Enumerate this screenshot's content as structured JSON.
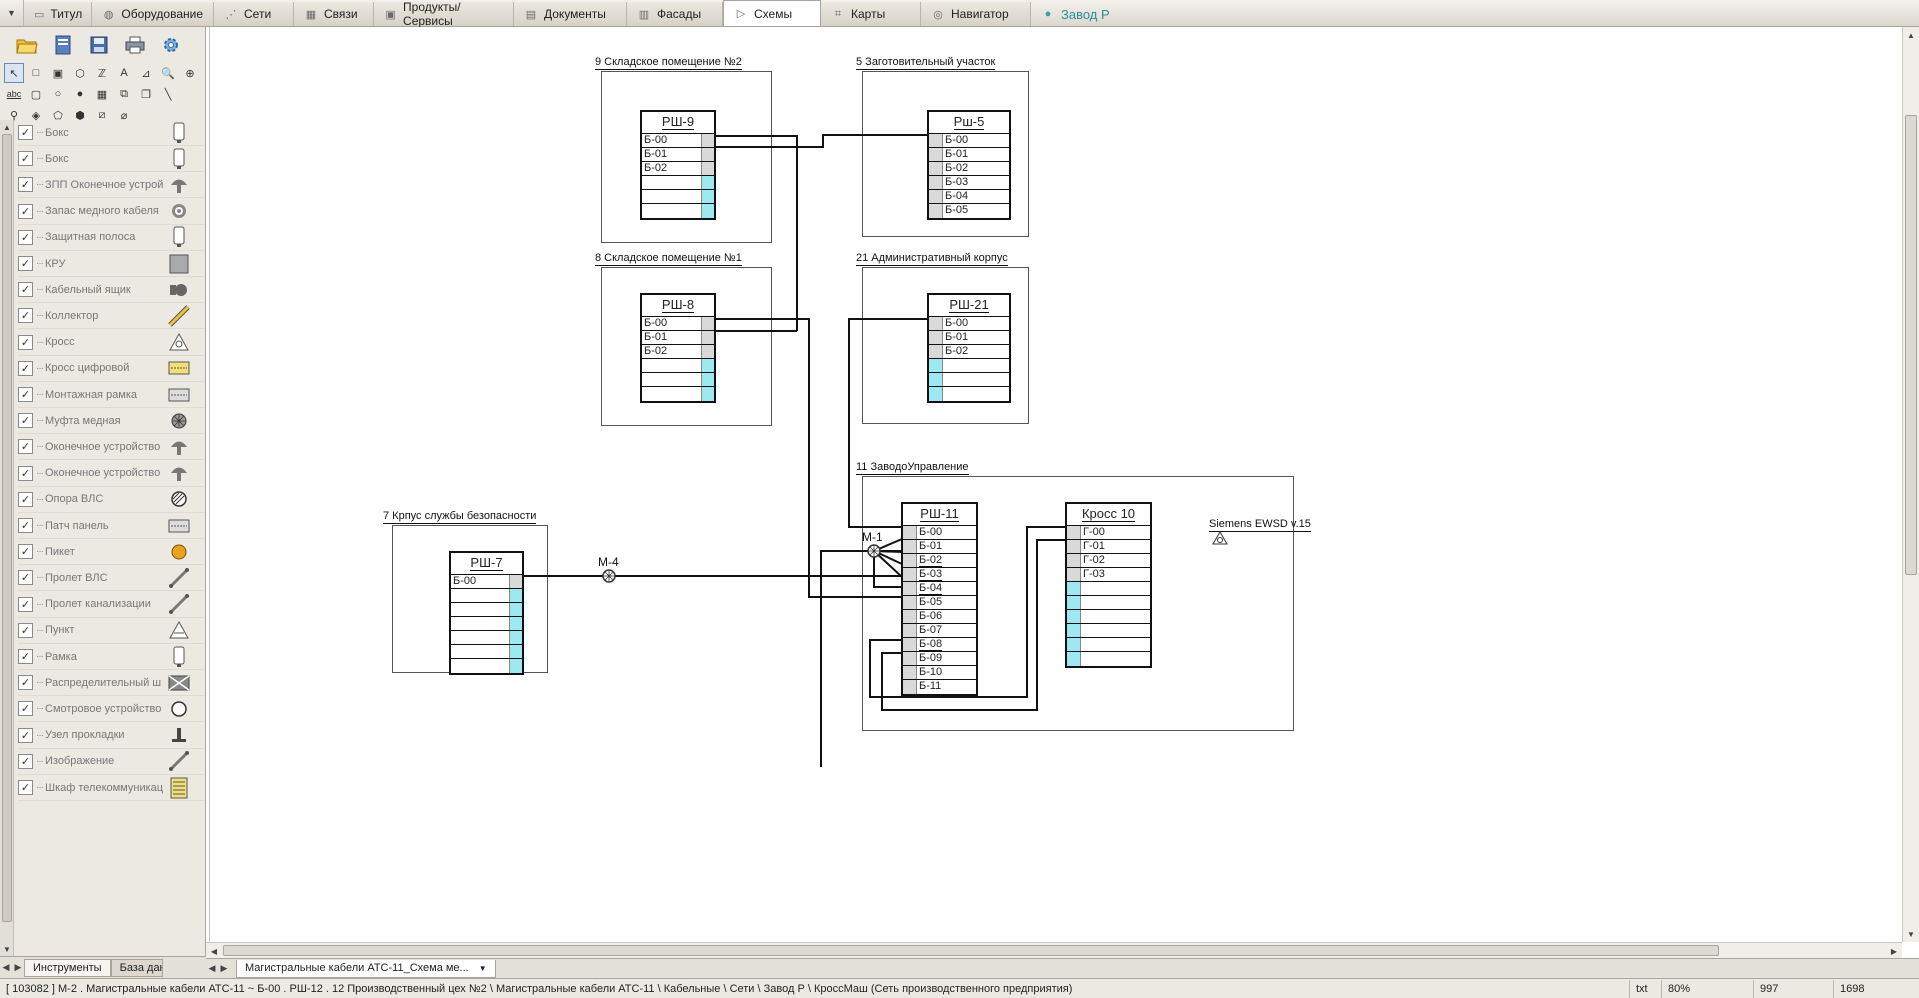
{
  "tabs": [
    {
      "label": "Титул",
      "icon": "title-page-icon",
      "glyph": "▭"
    },
    {
      "label": "Оборудование",
      "icon": "database-icon",
      "glyph": "◍"
    },
    {
      "label": "Сети",
      "icon": "network-icon",
      "glyph": "⋰"
    },
    {
      "label": "Связи",
      "icon": "links-icon",
      "glyph": "▦"
    },
    {
      "label": "Продукты/Сервисы",
      "icon": "products-icon",
      "glyph": "▣"
    },
    {
      "label": "Документы",
      "icon": "documents-icon",
      "glyph": "▤"
    },
    {
      "label": "Фасады",
      "icon": "facades-icon",
      "glyph": "▥"
    },
    {
      "label": "Схемы",
      "icon": "schemes-icon",
      "glyph": "▷",
      "active": true
    },
    {
      "label": "Карты",
      "icon": "maps-icon",
      "glyph": "⌗"
    },
    {
      "label": "Навигатор",
      "icon": "navigator-icon",
      "glyph": "◎"
    },
    {
      "label": "Завод Р",
      "icon": "plant-icon",
      "glyph": "●",
      "plant": true
    }
  ],
  "left_panel": {
    "layers": [
      {
        "label": "Бокс",
        "symbol": "box"
      },
      {
        "label": "Бокс",
        "symbol": "box"
      },
      {
        "label": "ЗПП Оконечное устрой",
        "symbol": "mushroom"
      },
      {
        "label": "Запас медного кабеля",
        "symbol": "coil"
      },
      {
        "label": "Защитная полоса",
        "symbol": "box"
      },
      {
        "label": "КРУ",
        "symbol": "square"
      },
      {
        "label": "Кабельный ящик",
        "symbol": "cablebox"
      },
      {
        "label": "Коллектор",
        "symbol": "collector"
      },
      {
        "label": "Кросс",
        "symbol": "cross"
      },
      {
        "label": "Кросс цифровой",
        "symbol": "digicross"
      },
      {
        "label": "Монтажная рамка",
        "symbol": "frame"
      },
      {
        "label": "Муфта медная",
        "symbol": "coupler"
      },
      {
        "label": "Оконечное устройство",
        "symbol": "mushroom"
      },
      {
        "label": "Оконечное устройство",
        "symbol": "mushroom"
      },
      {
        "label": "Опора ВЛС",
        "symbol": "hatched"
      },
      {
        "label": "Патч панель",
        "symbol": "frame"
      },
      {
        "label": "Пикет",
        "symbol": "picket"
      },
      {
        "label": "Пролет ВЛС",
        "symbol": "span"
      },
      {
        "label": "Пролет канализации",
        "symbol": "span"
      },
      {
        "label": "Пункт",
        "symbol": "triangle"
      },
      {
        "label": "Рамка",
        "symbol": "box"
      },
      {
        "label": "Распределительный ш",
        "symbol": "envelope"
      },
      {
        "label": "Смотровое устройство",
        "symbol": "circle"
      },
      {
        "label": "Узел прокладки",
        "symbol": "tjoint"
      },
      {
        "label": "Изображение",
        "symbol": "span"
      },
      {
        "label": "Шкаф телекоммуникац",
        "symbol": "cabinet"
      }
    ],
    "bottom_tabs": [
      "Инструменты",
      "База данн"
    ]
  },
  "doc_tab": "Магистральные кабели АТС-11_Схема ме...",
  "rooms": [
    {
      "title": "9 Складское помещение №2"
    },
    {
      "title": "5 Заготовительный участок"
    },
    {
      "title": "8 Складское помещение №1"
    },
    {
      "title": "21 Административный корпус"
    },
    {
      "title": "11 ЗаводоУправление"
    },
    {
      "title": "7 Крпус службы безопасности"
    }
  ],
  "cabinets": {
    "rsh9": {
      "title": "РШ-9",
      "rows": [
        "Б-00",
        "Б-01",
        "Б-02",
        "",
        "",
        ""
      ]
    },
    "rsh5": {
      "title": "Рш-5",
      "rows": [
        "Б-00",
        "Б-01",
        "Б-02",
        "Б-03",
        "Б-04",
        "Б-05"
      ]
    },
    "rsh8": {
      "title": "РШ-8",
      "rows": [
        "Б-00",
        "Б-01",
        "Б-02",
        "",
        "",
        ""
      ]
    },
    "rsh21": {
      "title": "РШ-21",
      "rows": [
        "Б-00",
        "Б-01",
        "Б-02",
        "",
        "",
        ""
      ]
    },
    "rsh11": {
      "title": "РШ-11",
      "rows": [
        "Б-00",
        "Б-01",
        "Б-02",
        "Б-03",
        "Б-04",
        "Б-05",
        "Б-06",
        "Б-07",
        "Б-08",
        "Б-09",
        "Б-10",
        "Б-11"
      ]
    },
    "cross10": {
      "title": "Кросс 10",
      "rows": [
        "Г-00",
        "Г-01",
        "Г-02",
        "Г-03",
        "",
        "",
        "",
        "",
        "",
        ""
      ]
    },
    "rsh7": {
      "title": "РШ-7",
      "rows": [
        "Б-00",
        "",
        "",
        "",
        "",
        "",
        ""
      ]
    }
  },
  "couplers": {
    "m1": "М-1",
    "m4": "М-4"
  },
  "ewsd_label": "Siemens EWSD v.15",
  "status": {
    "path": "[ 103082 ] М-2 . Магистральные кабели АТС-11 ~ Б-00 . РШ-12 . 12 Производственный цех №2 \\ Магистральные кабели АТС-11 \\ Кабельные \\ Сети \\ Завод Р \\ КроссМаш (Сеть производственного предприятия)",
    "ext": "txt",
    "zoom": "80%",
    "x": "997",
    "y": "1698"
  }
}
